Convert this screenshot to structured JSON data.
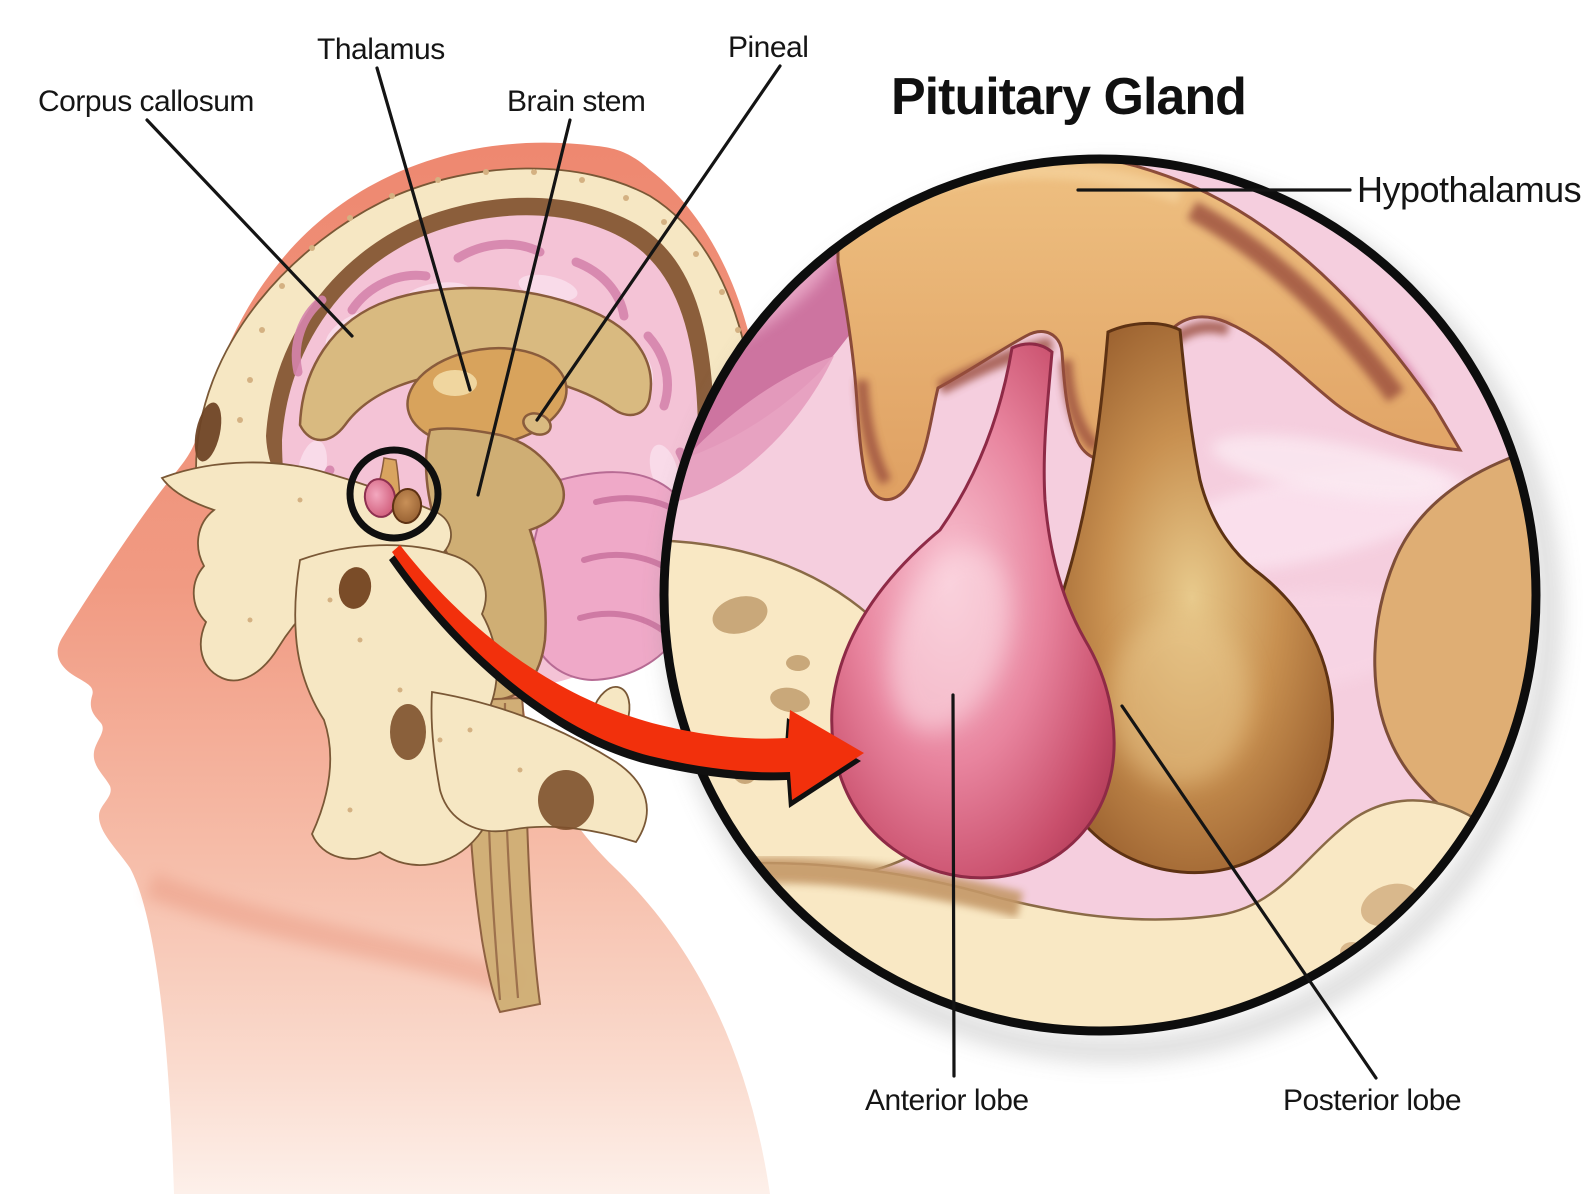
{
  "figure": {
    "title": "Pituitary Gland",
    "labels": {
      "corpus_callosum": "Corpus callosum",
      "thalamus": "Thalamus",
      "brain_stem": "Brain stem",
      "pineal": "Pineal",
      "hypothalamus": "Hypothalamus",
      "anterior_lobe": "Anterior lobe",
      "posterior_lobe": "Posterior lobe"
    },
    "colors": {
      "skin_salmon": "#EE8870",
      "skull_bone_cream": "#F6E7C3",
      "bone_speckle": "#D4B182",
      "dura_brown": "#8B5E3B",
      "brain_pink": "#F4C3D6",
      "brain_fold_pink": "#D584AC",
      "midline_tan": "#D9BA80",
      "thalamus_tan": "#D8A35C",
      "magnifier_pink": "#F5CEDE",
      "hypothalamus_tan": "#E4AF72",
      "hypothalamus_shadow": "#9A4E3C",
      "bone_inner_cream": "#F9E8C4",
      "anterior_lobe_red": "#A83350",
      "anterior_lobe_highlight": "#F9C6D4",
      "posterior_lobe_brown": "#7A4420",
      "posterior_lobe_highlight": "#E8CA8C",
      "arrow_red": "#F2300C",
      "line_black": "#141414"
    }
  }
}
